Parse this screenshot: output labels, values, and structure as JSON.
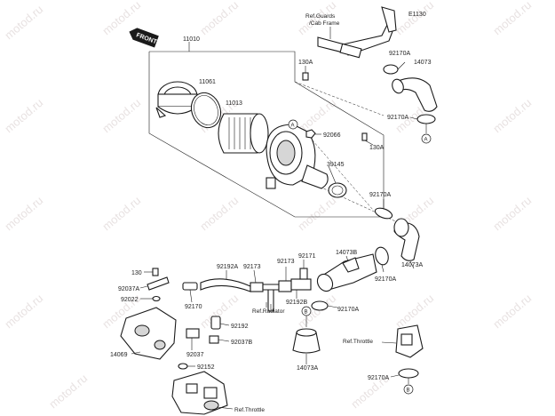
{
  "front_label": "FRONT",
  "watermark": "motod.ru",
  "parts": {
    "p11010": "11010",
    "p11061": "11061",
    "p11013": "11013",
    "p130a_top": "130A",
    "p92066": "92066",
    "p130a_mid": "130A",
    "p39145": "39145",
    "p92170a_1": "92170A",
    "p14073": "14073",
    "p92170a_2": "92170A",
    "p92170a_3": "92170A",
    "p14073a_1": "14073A",
    "p92170a_4": "92170A",
    "p14073b": "14073B",
    "p92171": "92171",
    "p92173_1": "92173",
    "p92173_2": "92173",
    "p92192a": "92192A",
    "p92192b": "92192B",
    "p92170a_5": "92170A",
    "p130": "130",
    "p92037a": "92037A",
    "p92022": "92022",
    "p92170": "92170",
    "p92192": "92192",
    "p92037b": "92037B",
    "p92037": "92037",
    "p14069": "14069",
    "p92152": "92152",
    "p14073a_2": "14073A",
    "p92170a_6": "92170A",
    "pe1130": "E1130"
  },
  "refs": {
    "guards_line1": "Ref.Guards",
    "guards_line2": "/Cab Frame",
    "radiator": "Ref.Radiator",
    "throttle_right": "Ref.Throttle",
    "throttle_bottom": "Ref.Throttle"
  },
  "callouts": {
    "a_top": "A",
    "a_right": "A",
    "b_mid": "B",
    "b_bottom": "B"
  }
}
